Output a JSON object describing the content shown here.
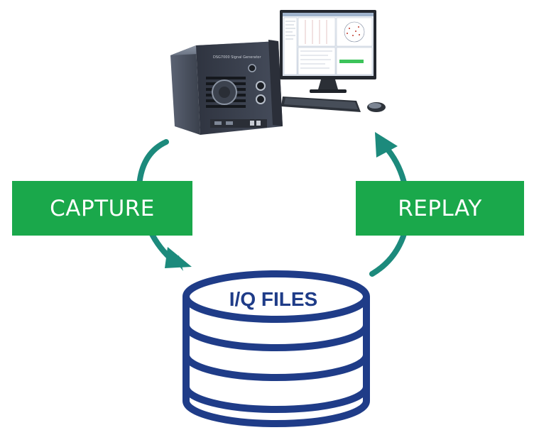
{
  "labels": {
    "capture": "CAPTURE",
    "replay": "REPLAY",
    "storage": "I/Q FILES",
    "device_badge": "DSG7000 Signal Generator"
  },
  "colors": {
    "arrow": "#1c8a7c",
    "label_bg": "#1aa84b",
    "label_text": "#ffffff",
    "database": "#1f3c88",
    "device_body": "#3b4252",
    "monitor": "#2a2f38"
  },
  "icons": {
    "capture_arrow": "curved-arrow-down-icon",
    "replay_arrow": "curved-arrow-up-icon",
    "database": "database-icon",
    "instrument": "signal-instrument-icon",
    "workstation": "computer-workstation-icon"
  }
}
